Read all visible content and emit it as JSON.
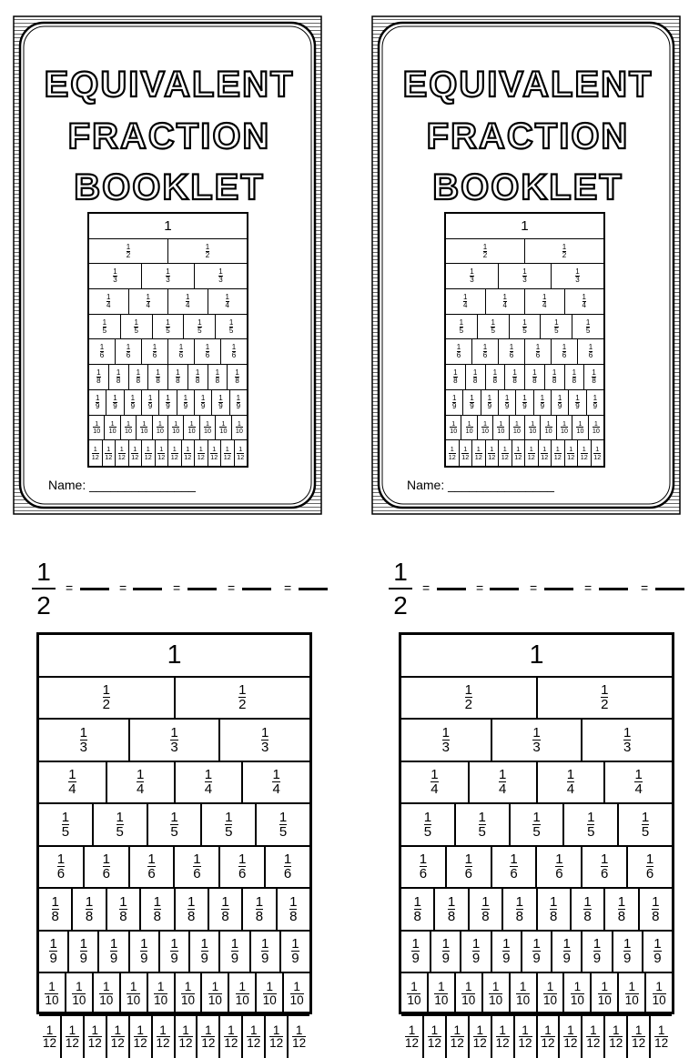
{
  "cover": {
    "title_lines": [
      "EQUIVALENT",
      "FRACTION",
      "BOOKLET"
    ],
    "name_label": "Name: _______________"
  },
  "fraction_wall": {
    "whole_label": "1",
    "numerator": "1",
    "denominators": [
      "2",
      "3",
      "4",
      "5",
      "6",
      "8",
      "9",
      "10",
      "12"
    ]
  },
  "equation": {
    "numerator": "1",
    "denominator": "2",
    "equals": "="
  }
}
